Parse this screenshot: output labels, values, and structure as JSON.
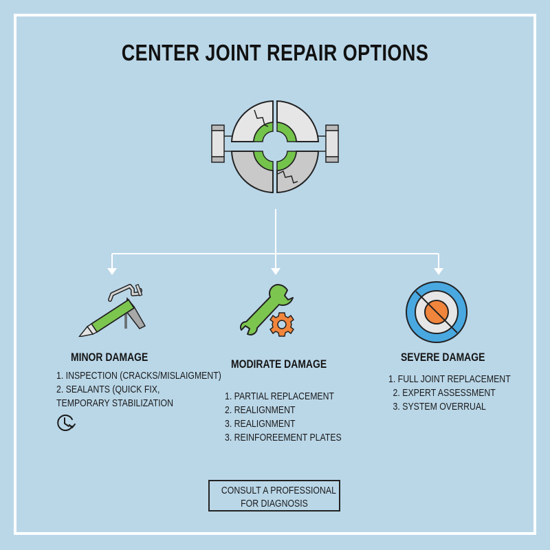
{
  "title": "CENTER JOINT REPAIR OPTIONS",
  "central_icon": "center-joint-icon",
  "colors": {
    "background": "#bad7e8",
    "frame": "#ffffff",
    "accent_green": "#74c44b",
    "accent_orange": "#f1853c",
    "accent_blue": "#4aa8e0",
    "segment_light": "#e4e4e4",
    "segment_dark": "#c9c9c9"
  },
  "branches": [
    {
      "icon": "caulk-gun-icon",
      "heading": "MINOR DAMAGE",
      "items": [
        "1. INSPECTION (CRACKS/MISLAIGMENT)",
        "2. SEALANTS (QUICK FIX,",
        "TEMPORARY STABILIZATION"
      ],
      "footer_icon": "clock-icon"
    },
    {
      "icon": "wrench-gear-icon",
      "heading": "MODIRATE DAMAGE",
      "items": [
        "1. PARTIAL REPLACEMENT",
        "2. REALIGNMENT",
        "3. REALIGNMENT",
        "3. REINFOREEMENT PLATES"
      ]
    },
    {
      "icon": "target-icon",
      "heading": "SEVERE DAMAGE",
      "items": [
        "1. FULL JOINT REPLACEMENT",
        "2. EXPERT ASSESSMENT",
        "3. SYSTEM OVERRUAL"
      ]
    }
  ],
  "cta": {
    "line1": "CONSULT A PROFESSIONAL",
    "line2": "FOR DIAGNOSIS"
  }
}
